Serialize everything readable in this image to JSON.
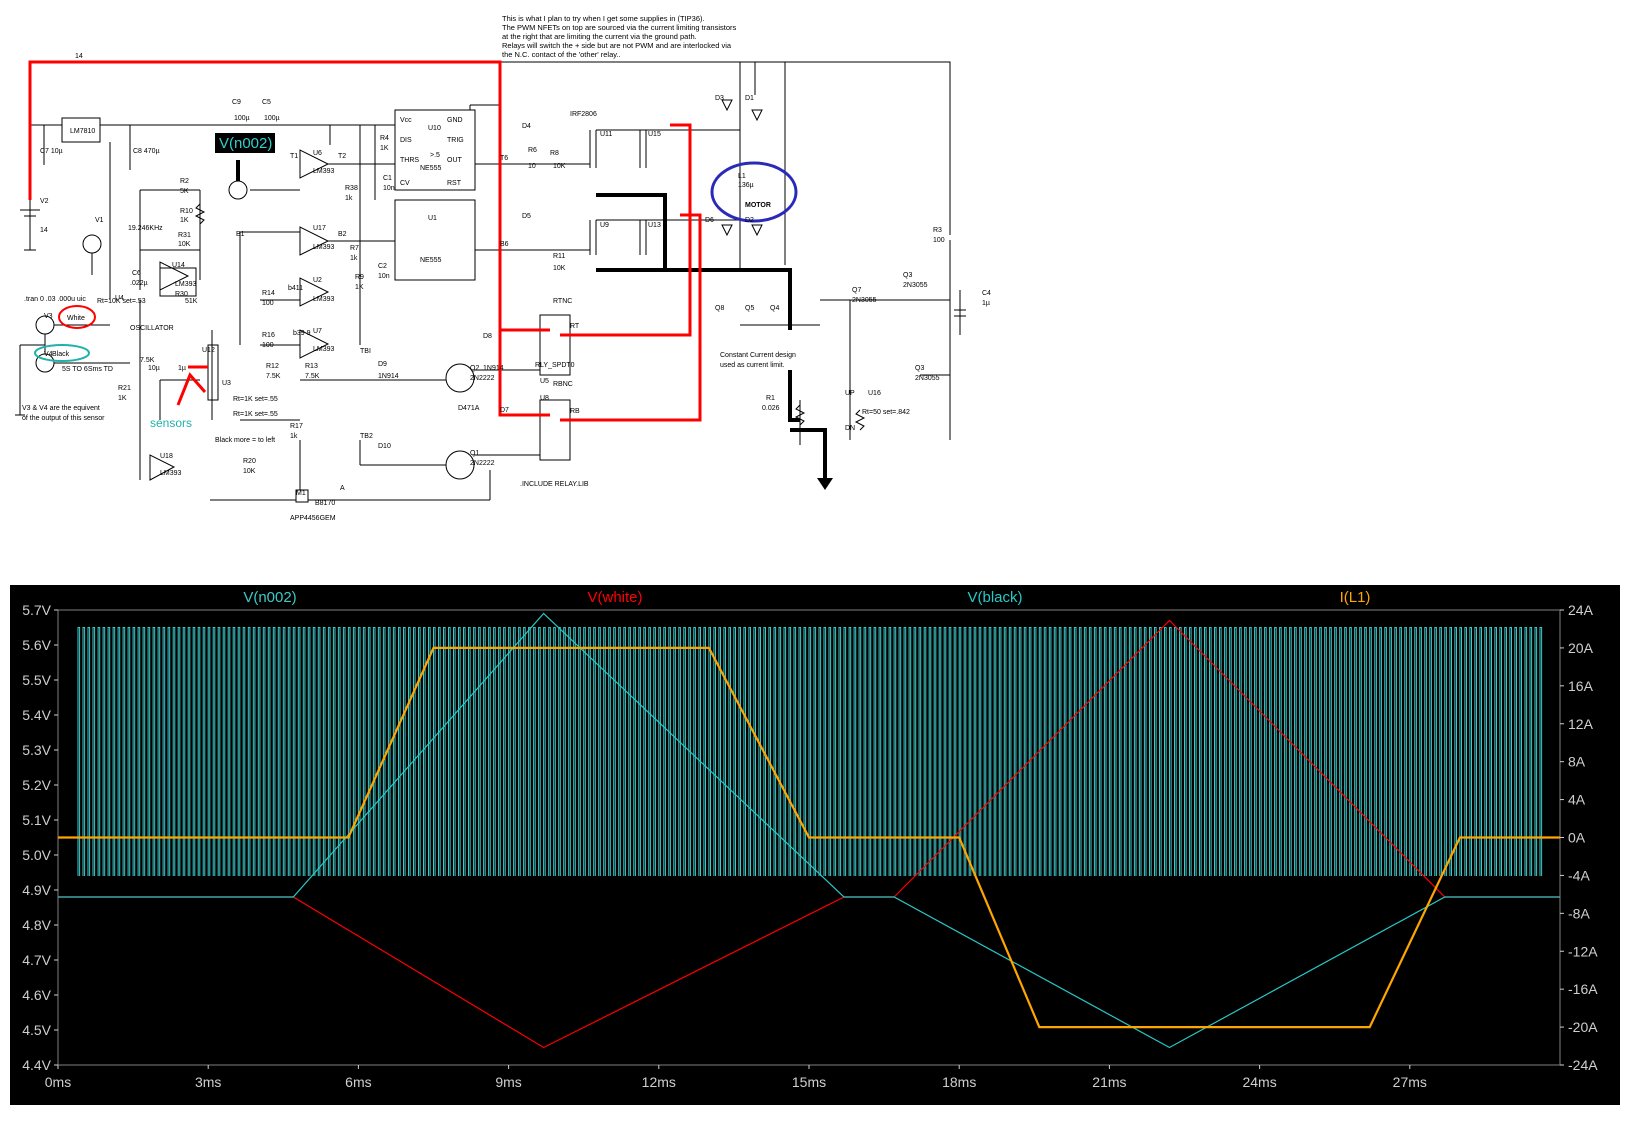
{
  "note": [
    "This is what I plan to try when I get some supplies in (TIP36).",
    "The PWM NFETs on top are sourced via the current limiting transistors",
    "at the right that are limiting the current via the ground path.",
    "Relays will switch the + side but are not PWM and are interlocked via",
    "the N.C. contact of the 'other' relay.."
  ],
  "schematic": {
    "probe_label": "V(n002)",
    "sensors_label": "sensors",
    "white_label": "White",
    "black_label": "Black",
    "motor_label": "MOTOR",
    "oscillator_label": "OSCILLATOR",
    "freq_label": "19.246KHz",
    "tran_label": ".tran 0 .03 .000u uic",
    "td_label": "5S TO 6Sms TD",
    "v3v4_note": [
      "V3 & V4 are the equivent",
      "of the output of this sensor"
    ],
    "cc_note": [
      "Constant Current design",
      "used as current limit."
    ],
    "include_label": ".INCLUDE RELAY.LIB",
    "black_more_label": "Black more = to left",
    "wire14": "14",
    "components": [
      {
        "t": "LM7810"
      },
      {
        "t": "C7 10µ"
      },
      {
        "t": "C8 470µ"
      },
      {
        "t": "V2"
      },
      {
        "t": "14"
      },
      {
        "t": "R2"
      },
      {
        "t": "5K"
      },
      {
        "t": "R10"
      },
      {
        "t": "1K"
      },
      {
        "t": "R31"
      },
      {
        "t": "10K"
      },
      {
        "t": "U14"
      },
      {
        "t": "LM393"
      },
      {
        "t": "R30"
      },
      {
        "t": "51K"
      },
      {
        "t": "C6"
      },
      {
        "t": ".022µ"
      },
      {
        "t": "U6"
      },
      {
        "t": "LM393"
      },
      {
        "t": "U17"
      },
      {
        "t": "LM393"
      },
      {
        "t": "U2"
      },
      {
        "t": "LM393"
      },
      {
        "t": "U7"
      },
      {
        "t": "LM393"
      },
      {
        "t": "T1"
      },
      {
        "t": "T2"
      },
      {
        "t": "B1"
      },
      {
        "t": "B2"
      },
      {
        "t": "R4"
      },
      {
        "t": "1K"
      },
      {
        "t": "R38"
      },
      {
        "t": "1k"
      },
      {
        "t": "R7"
      },
      {
        "t": "1k"
      },
      {
        "t": "R9"
      },
      {
        "t": "1K"
      },
      {
        "t": "C1"
      },
      {
        "t": "10n"
      },
      {
        "t": "C2"
      },
      {
        "t": "10n"
      },
      {
        "t": "C9"
      },
      {
        "t": "100µ"
      },
      {
        "t": "C5"
      },
      {
        "t": "100µ"
      },
      {
        "t": "U10"
      },
      {
        "t": "NE555"
      },
      {
        "t": "U1"
      },
      {
        "t": "NE555"
      },
      {
        "t": "Vcc"
      },
      {
        "t": "DIS"
      },
      {
        "t": "THRS"
      },
      {
        "t": "CV"
      },
      {
        "t": "GND"
      },
      {
        "t": "TRIG"
      },
      {
        "t": "OUT"
      },
      {
        "t": "RST"
      },
      {
        "t": ">.5"
      },
      {
        "t": "D4"
      },
      {
        "t": "D5"
      },
      {
        "t": "R6"
      },
      {
        "t": "10"
      },
      {
        "t": "R8"
      },
      {
        "t": "10K"
      },
      {
        "t": "R11"
      },
      {
        "t": "10K"
      },
      {
        "t": "T6"
      },
      {
        "t": "B6"
      },
      {
        "t": "IRF2806"
      },
      {
        "t": "U11"
      },
      {
        "t": "U15"
      },
      {
        "t": "U9"
      },
      {
        "t": "U13"
      },
      {
        "t": "D3"
      },
      {
        "t": "D1"
      },
      {
        "t": "D6"
      },
      {
        "t": "D2"
      },
      {
        "t": "L1"
      },
      {
        "t": "136µ"
      },
      {
        "t": "R3"
      },
      {
        "t": "100"
      },
      {
        "t": "Q3"
      },
      {
        "t": "2N3055"
      },
      {
        "t": "C4"
      },
      {
        "t": "1µ"
      },
      {
        "t": "Q7"
      },
      {
        "t": "2N3055"
      },
      {
        "t": "Q8"
      },
      {
        "t": "Q5"
      },
      {
        "t": "Q4"
      },
      {
        "t": "Q3"
      },
      {
        "t": "2N3055"
      },
      {
        "t": "R1"
      },
      {
        "t": "0.026"
      },
      {
        "t": "U16"
      },
      {
        "t": "Rt=50 set=.842"
      },
      {
        "t": "UP"
      },
      {
        "t": "DN"
      },
      {
        "t": "RTNC"
      },
      {
        "t": "RT"
      },
      {
        "t": "RBNC"
      },
      {
        "t": "RB"
      },
      {
        "t": "U8"
      },
      {
        "t": "U5"
      },
      {
        "t": "RLY_SPDT0"
      },
      {
        "t": "D8"
      },
      {
        "t": "D7"
      },
      {
        "t": "1N914"
      },
      {
        "t": "Q2"
      },
      {
        "t": "2N2222"
      },
      {
        "t": "Q1"
      },
      {
        "t": "2N2222"
      },
      {
        "t": "D471A"
      },
      {
        "t": "D9"
      },
      {
        "t": "D10"
      },
      {
        "t": "1N914"
      },
      {
        "t": "TBI"
      },
      {
        "t": "TB2"
      },
      {
        "t": "R14"
      },
      {
        "t": "100"
      },
      {
        "t": "R16"
      },
      {
        "t": "100"
      },
      {
        "t": "R12"
      },
      {
        "t": "7.5K"
      },
      {
        "t": "R13"
      },
      {
        "t": "7.5K"
      },
      {
        "t": "b411"
      },
      {
        "t": "b39 9"
      },
      {
        "t": "U12"
      },
      {
        "t": "U3"
      },
      {
        "t": "Rt=1K set=.55"
      },
      {
        "t": "Rt=1K set=.55"
      },
      {
        "t": "R21"
      },
      {
        "t": "1K"
      },
      {
        "t": "7.5K"
      },
      {
        "t": "10µ"
      },
      {
        "t": "1µ"
      },
      {
        "t": "U18"
      },
      {
        "t": "LM393"
      },
      {
        "t": "R20"
      },
      {
        "t": "10K"
      },
      {
        "t": "R17"
      },
      {
        "t": "1k"
      },
      {
        "t": "M1"
      },
      {
        "t": "APP4456GEM"
      },
      {
        "t": "B8170"
      },
      {
        "t": "A"
      },
      {
        "t": "Rt=10K set=.53"
      },
      {
        "t": "U4"
      },
      {
        "t": "V1"
      },
      {
        "t": "V3"
      },
      {
        "t": "V4"
      }
    ]
  },
  "chart_data": {
    "type": "line",
    "title": "",
    "series_titles": [
      "V(n002)",
      "V(white)",
      "V(black)",
      "I(L1)"
    ],
    "colors": {
      "V(n002)": "#3fc8c8",
      "V(white)": "#ff0000",
      "V(black)": "#28c8c8",
      "I(L1)": "#ffa500",
      "bg": "#000000",
      "axis_text": "#cfcfcf"
    },
    "x": {
      "unit": "ms",
      "range": [
        0,
        30
      ],
      "ticks": [
        "0ms",
        "3ms",
        "6ms",
        "9ms",
        "12ms",
        "15ms",
        "18ms",
        "21ms",
        "24ms",
        "27ms"
      ]
    },
    "y_left": {
      "unit": "V",
      "range": [
        4.4,
        5.7
      ],
      "ticks": [
        "5.7V",
        "5.6V",
        "5.5V",
        "5.4V",
        "5.3V",
        "5.2V",
        "5.1V",
        "5.0V",
        "4.9V",
        "4.8V",
        "4.7V",
        "4.6V",
        "4.5V",
        "4.4V"
      ]
    },
    "y_right": {
      "unit": "A",
      "range": [
        -24,
        24
      ],
      "ticks": [
        "24A",
        "20A",
        "16A",
        "12A",
        "8A",
        "4A",
        "0A",
        "-4A",
        "-8A",
        "-12A",
        "-16A",
        "-20A",
        "-24A"
      ]
    },
    "series": [
      {
        "name": "V(n002)",
        "axis": "left",
        "kind": "pwm_band",
        "low": 4.94,
        "high": 5.65,
        "x_range": [
          0.4,
          29.7
        ]
      },
      {
        "name": "V(white)",
        "axis": "left",
        "x": [
          0,
          4.7,
          9.7,
          15.7,
          16.7,
          22.2,
          27.7,
          30
        ],
        "y": [
          4.88,
          4.88,
          4.45,
          4.88,
          4.88,
          5.67,
          4.88,
          4.88
        ]
      },
      {
        "name": "V(black)",
        "axis": "left",
        "x": [
          0,
          4.7,
          9.7,
          15.7,
          16.7,
          22.2,
          27.7,
          30
        ],
        "y": [
          4.88,
          4.88,
          5.69,
          4.88,
          4.88,
          4.45,
          4.88,
          4.88
        ]
      },
      {
        "name": "I(L1)",
        "axis": "right",
        "x": [
          0,
          5.8,
          7.5,
          13.0,
          15.0,
          18.0,
          19.6,
          21.0,
          23.8,
          26.2,
          28.0,
          30
        ],
        "y": [
          0,
          0,
          20,
          20,
          0,
          0,
          -20,
          -20,
          -20,
          -20,
          0,
          0
        ]
      }
    ]
  }
}
